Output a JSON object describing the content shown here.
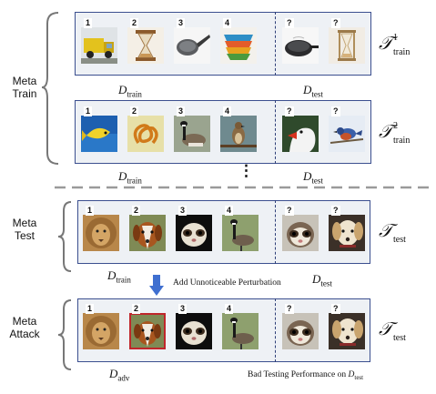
{
  "sections": {
    "meta_train": "Meta\nTrain",
    "meta_test": "Meta\nTest",
    "meta_attack": "Meta\nAttack"
  },
  "task_labels": {
    "train1_main": "𝒯",
    "train1_sup": "1",
    "train1_sub": "train",
    "train2_main": "𝒯",
    "train2_sup": "2",
    "train2_sub": "train",
    "test_main": "𝒯",
    "test_sub": "test",
    "attack_main": "𝒯",
    "attack_sub": "test"
  },
  "set_labels": {
    "d_main": "D",
    "train": "train",
    "test": "test",
    "adv": "adv"
  },
  "ellipsis": "⋮",
  "arrow_caption": "Add Unnoticeable Perturbation",
  "bad_perf_caption": "Bad Testing Performance on",
  "rows": {
    "train1": {
      "support": [
        "1",
        "2",
        "3",
        "4"
      ],
      "query": [
        "?",
        "?"
      ],
      "images": [
        "garbage-truck",
        "hourglass",
        "frying-pan",
        "bowls",
        "frying-pan",
        "hourglass"
      ]
    },
    "train2": {
      "support": [
        "1",
        "2",
        "3",
        "4"
      ],
      "query": [
        "?",
        "?"
      ],
      "images": [
        "yellow-fish",
        "pretzel",
        "goose",
        "bird",
        "goose",
        "bird"
      ]
    },
    "test": {
      "support": [
        "1",
        "2",
        "3",
        "4"
      ],
      "query": [
        "?",
        "?"
      ],
      "images": [
        "lion",
        "dog",
        "ferret",
        "goose",
        "ferret",
        "dog"
      ]
    },
    "attack": {
      "support": [
        "1",
        "2",
        "3",
        "4"
      ],
      "query": [
        "?",
        "?"
      ],
      "images": [
        "lion",
        "dog-perturbed",
        "ferret",
        "goose",
        "ferret",
        "dog"
      ]
    }
  },
  "colors": {
    "panel_border": "#3b4f8f",
    "panel_fill": "#eef1f5",
    "arrow": "#3f6fd0",
    "perturb_border": "#c0262b",
    "section_divider": "#9a9a9a"
  }
}
